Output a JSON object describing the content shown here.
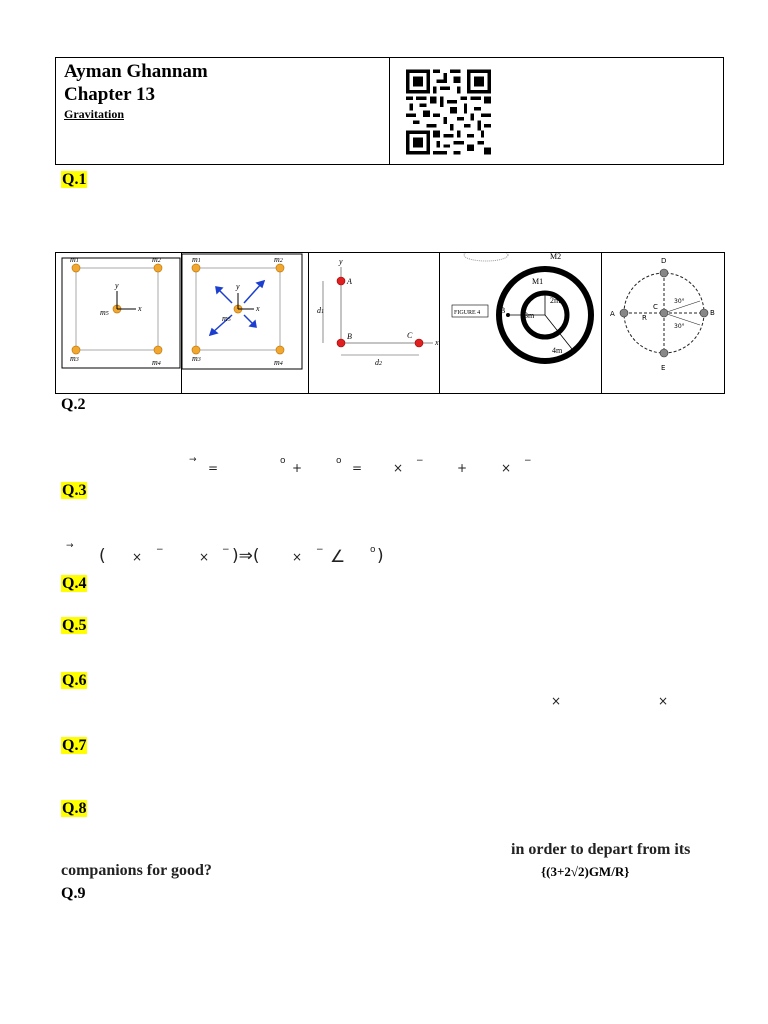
{
  "header": {
    "author": "Ayman Ghannam",
    "chapter": "Chapter 13",
    "topic": "Gravitation"
  },
  "questions": {
    "q1": "Q.1",
    "q2": "Q.2",
    "q3": "Q.3",
    "q4": "Q.4",
    "q5": "Q.5",
    "q6": "Q.6",
    "q7": "Q.7",
    "q8": "Q.8",
    "q9": "Q.9"
  },
  "figures": {
    "fig1": {
      "m1": "m",
      "m2": "m",
      "m3": "m",
      "m4": "m",
      "m5": "m",
      "sub1": "1",
      "sub2": "2",
      "sub3": "3",
      "sub4": "4",
      "sub5": "5",
      "x": "x",
      "y": "y"
    },
    "fig2": {
      "m1": "m",
      "m2": "m",
      "m3": "m",
      "m4": "m",
      "m5": "m",
      "sub1": "1",
      "sub2": "2",
      "sub3": "3",
      "sub4": "4",
      "sub5": "5",
      "x": "x",
      "y": "y"
    },
    "fig3": {
      "a": "A",
      "b": "B",
      "c": "C",
      "d1": "d",
      "d2": "d",
      "sub1": "1",
      "sub2": "2",
      "x": "x",
      "y": "y"
    },
    "fig4": {
      "m2": "M2",
      "m1": "M1",
      "label": "FIGURE 4",
      "b": "B",
      "r1": "2m",
      "r2": "3m",
      "r3": "4m"
    },
    "fig5": {
      "a": "A",
      "b": "B",
      "c": "C",
      "d": "D",
      "e": "E",
      "r": "R",
      "ang1": "30°",
      "ang2": "30°"
    }
  },
  "q2_line": {
    "arrow": "→",
    "eq1": "=",
    "deg1": "o",
    "plus1": "+",
    "deg2": "o",
    "eq2": "=",
    "times1": "×",
    "minus1": "−",
    "plus2": "+",
    "times2": "×",
    "minus2": "−"
  },
  "q3_line": {
    "arrow": "→",
    "open1": "(",
    "times1": "×",
    "minus1": "−",
    "times2": "×",
    "minus2": "−",
    "close1": ")⇒(",
    "times3": "×",
    "minus3": "−",
    "angle": "∠",
    "deg": "o",
    "close2": ")"
  },
  "q6_line": {
    "times1": "×",
    "times2": "×"
  },
  "q8_text": {
    "line1": "in order to depart from its",
    "line2": "companions for good?",
    "answer": "{(3+2√2)GM/R}"
  }
}
